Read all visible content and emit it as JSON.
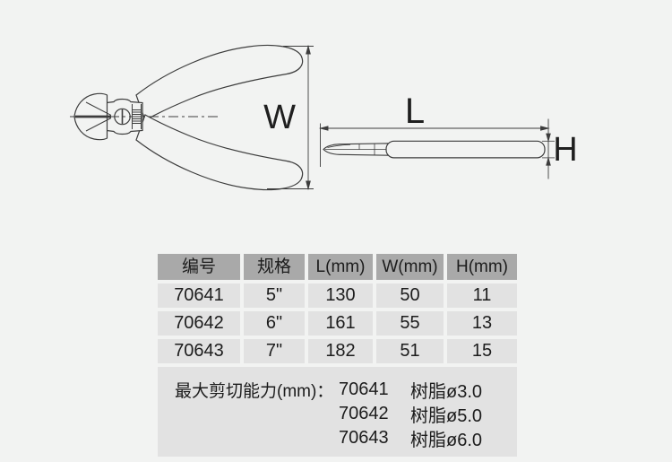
{
  "page": {
    "background": "#f2f3f2"
  },
  "drawing": {
    "front_view": {
      "dimension_label": "W"
    },
    "side_view": {
      "length_label": "L",
      "height_label": "H"
    }
  },
  "table": {
    "columns": [
      "编号",
      "规格",
      "L(mm)",
      "W(mm)",
      "H(mm)"
    ],
    "rows": [
      [
        "70641",
        "5\"",
        "130",
        "50",
        "11"
      ],
      [
        "70642",
        "6\"",
        "161",
        "55",
        "13"
      ],
      [
        "70643",
        "7\"",
        "182",
        "51",
        "15"
      ]
    ],
    "capacity": {
      "label": "最大剪切能力(mm)：",
      "entries": [
        {
          "code": "70641",
          "value": "树脂ø3.0"
        },
        {
          "code": "70642",
          "value": "树脂ø5.0"
        },
        {
          "code": "70643",
          "value": "树脂ø6.0"
        }
      ]
    }
  },
  "colors": {
    "table_header_bg": "#a9a9a9",
    "table_row_bg": "#e2e2e2",
    "line_color": "#3d3d3d",
    "text_color": "#1c1c1c"
  }
}
